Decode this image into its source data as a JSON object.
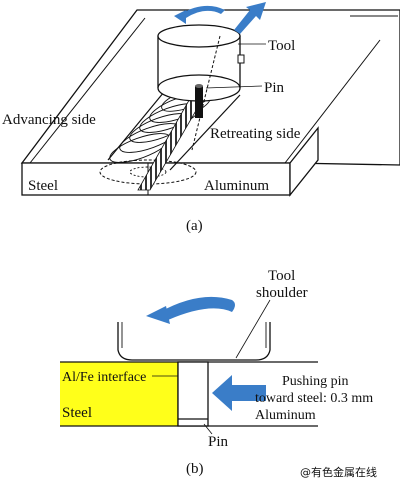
{
  "colors": {
    "arrow_blue": "#3A7DC8",
    "steel_yellow": "#FFFF1A",
    "line": "#111111",
    "watermark": "#E8A8A8"
  },
  "panel_a": {
    "labels": {
      "tool": "Tool",
      "pin": "Pin",
      "advancing_side": "Advancing side",
      "retreating_side": "Retreating side",
      "steel": "Steel",
      "aluminum": "Aluminum"
    },
    "caption": "(a)"
  },
  "panel_b": {
    "labels": {
      "tool_shoulder_line1": "Tool",
      "tool_shoulder_line2": "shoulder",
      "interface": "Al/Fe interface",
      "steel": "Steel",
      "aluminum": "Aluminum",
      "pin": "Pin",
      "pushing_line1": "Pushing pin",
      "pushing_line2": "toward steel: 0.3 mm"
    },
    "caption": "(b)"
  },
  "watermark": "@有色金属在线"
}
